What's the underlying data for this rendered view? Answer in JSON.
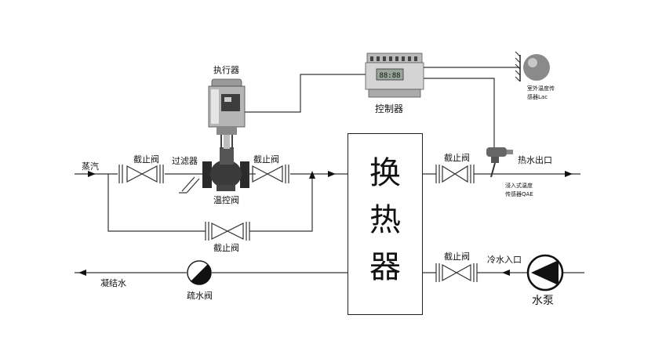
{
  "labels": {
    "steam": "蒸汽",
    "stop_valve_1": "截止阀",
    "filter": "过滤器",
    "stop_valve_2": "截止阀",
    "actuator": "执行器",
    "temp_valve": "温控阀",
    "bypass_stop_valve": "截止阀",
    "condensate": "凝结水",
    "drain_valve": "疏水阀",
    "controller": "控制器",
    "outdoor_sensor_1": "室外温度传",
    "outdoor_sensor_2": "感器Lac",
    "stop_valve_out": "截止阀",
    "hot_water_outlet": "热水出口",
    "immersion_sensor_1": "浸入式温度",
    "immersion_sensor_2": "传感器QAE",
    "stop_valve_in": "截止阀",
    "cold_water_inlet": "冷水入口",
    "water_pump": "水泵"
  },
  "heat_exchanger": {
    "char1": "换",
    "char2": "热",
    "char3": "器"
  },
  "controller_display": "88:88"
}
